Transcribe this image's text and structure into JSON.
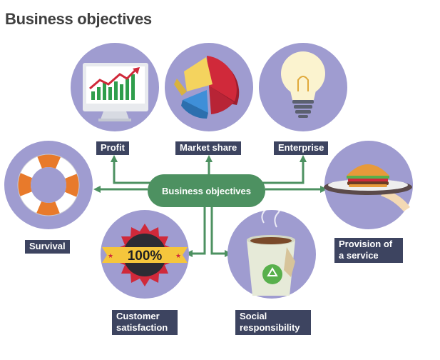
{
  "header": {
    "title": "Business objectives"
  },
  "center": {
    "label": "Business objectives"
  },
  "objectives": {
    "profit": {
      "label": "Profit",
      "icon": "computer-monitor-rising-graph-icon"
    },
    "market_share": {
      "label": "Market share",
      "icon": "3d-pie-chart-icon"
    },
    "enterprise": {
      "label": "Enterprise",
      "icon": "lightbulb-icon"
    },
    "survival": {
      "label": "Survival",
      "icon": "life-ring-icon"
    },
    "provision": {
      "label": "Provision of a service",
      "icon": "burger-on-tray-icon"
    },
    "customer": {
      "label": "Customer satisfaction",
      "icon": "100-percent-badge-icon",
      "badge_text": "100%"
    },
    "social": {
      "label": "Social responsibility",
      "icon": "recycled-coffee-cup-icon"
    }
  },
  "colors": {
    "circle": "#9f9cd0",
    "arrow": "#4d9161",
    "label_bg": "#3d4460",
    "center_bg": "#4d9161",
    "title": "#404040"
  }
}
